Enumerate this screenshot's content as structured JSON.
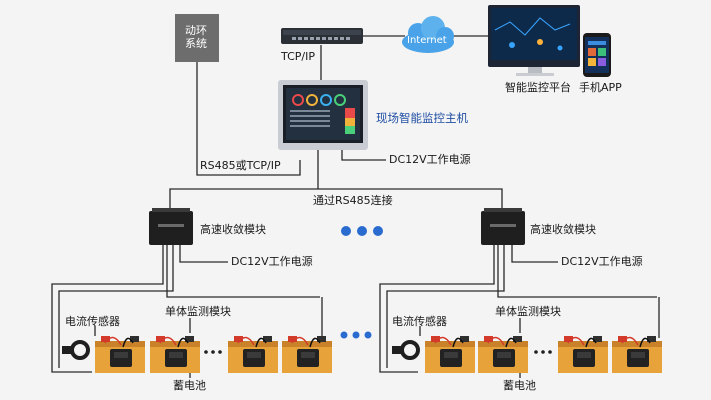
{
  "colors": {
    "line": "#2a2a2a",
    "accent_blue": "#1f4ea3",
    "cloud": "#4aa3e8",
    "battery": "#e8a23a",
    "module": "#222222",
    "dots": "#2a6bd0"
  },
  "nodes": {
    "env_system": "动环\n系统",
    "switch_protocol": "TCP/IP",
    "cloud": "Internet",
    "platform": "智能监控平台",
    "app": "手机APP",
    "host": "现场智能监控主机",
    "host_link": "RS485或TCP/IP",
    "host_power": "DC12V工作电源",
    "bus": "通过RS485连接",
    "left_module": "高速收敛模块",
    "left_power": "DC12V工作电源",
    "right_module": "高速收敛模块",
    "right_power": "DC12V工作电源",
    "left_current_sensor": "电流传感器",
    "left_cell_module": "单体监测模块",
    "left_battery": "蓄电池",
    "right_current_sensor": "电流传感器",
    "right_cell_module": "单体监测模块",
    "right_battery": "蓄电池"
  },
  "icons": [
    "switch-icon",
    "cloud-icon",
    "monitor-icon",
    "phone-icon",
    "hmi-icon",
    "module-icon",
    "battery-icon",
    "current-sensor-icon"
  ]
}
